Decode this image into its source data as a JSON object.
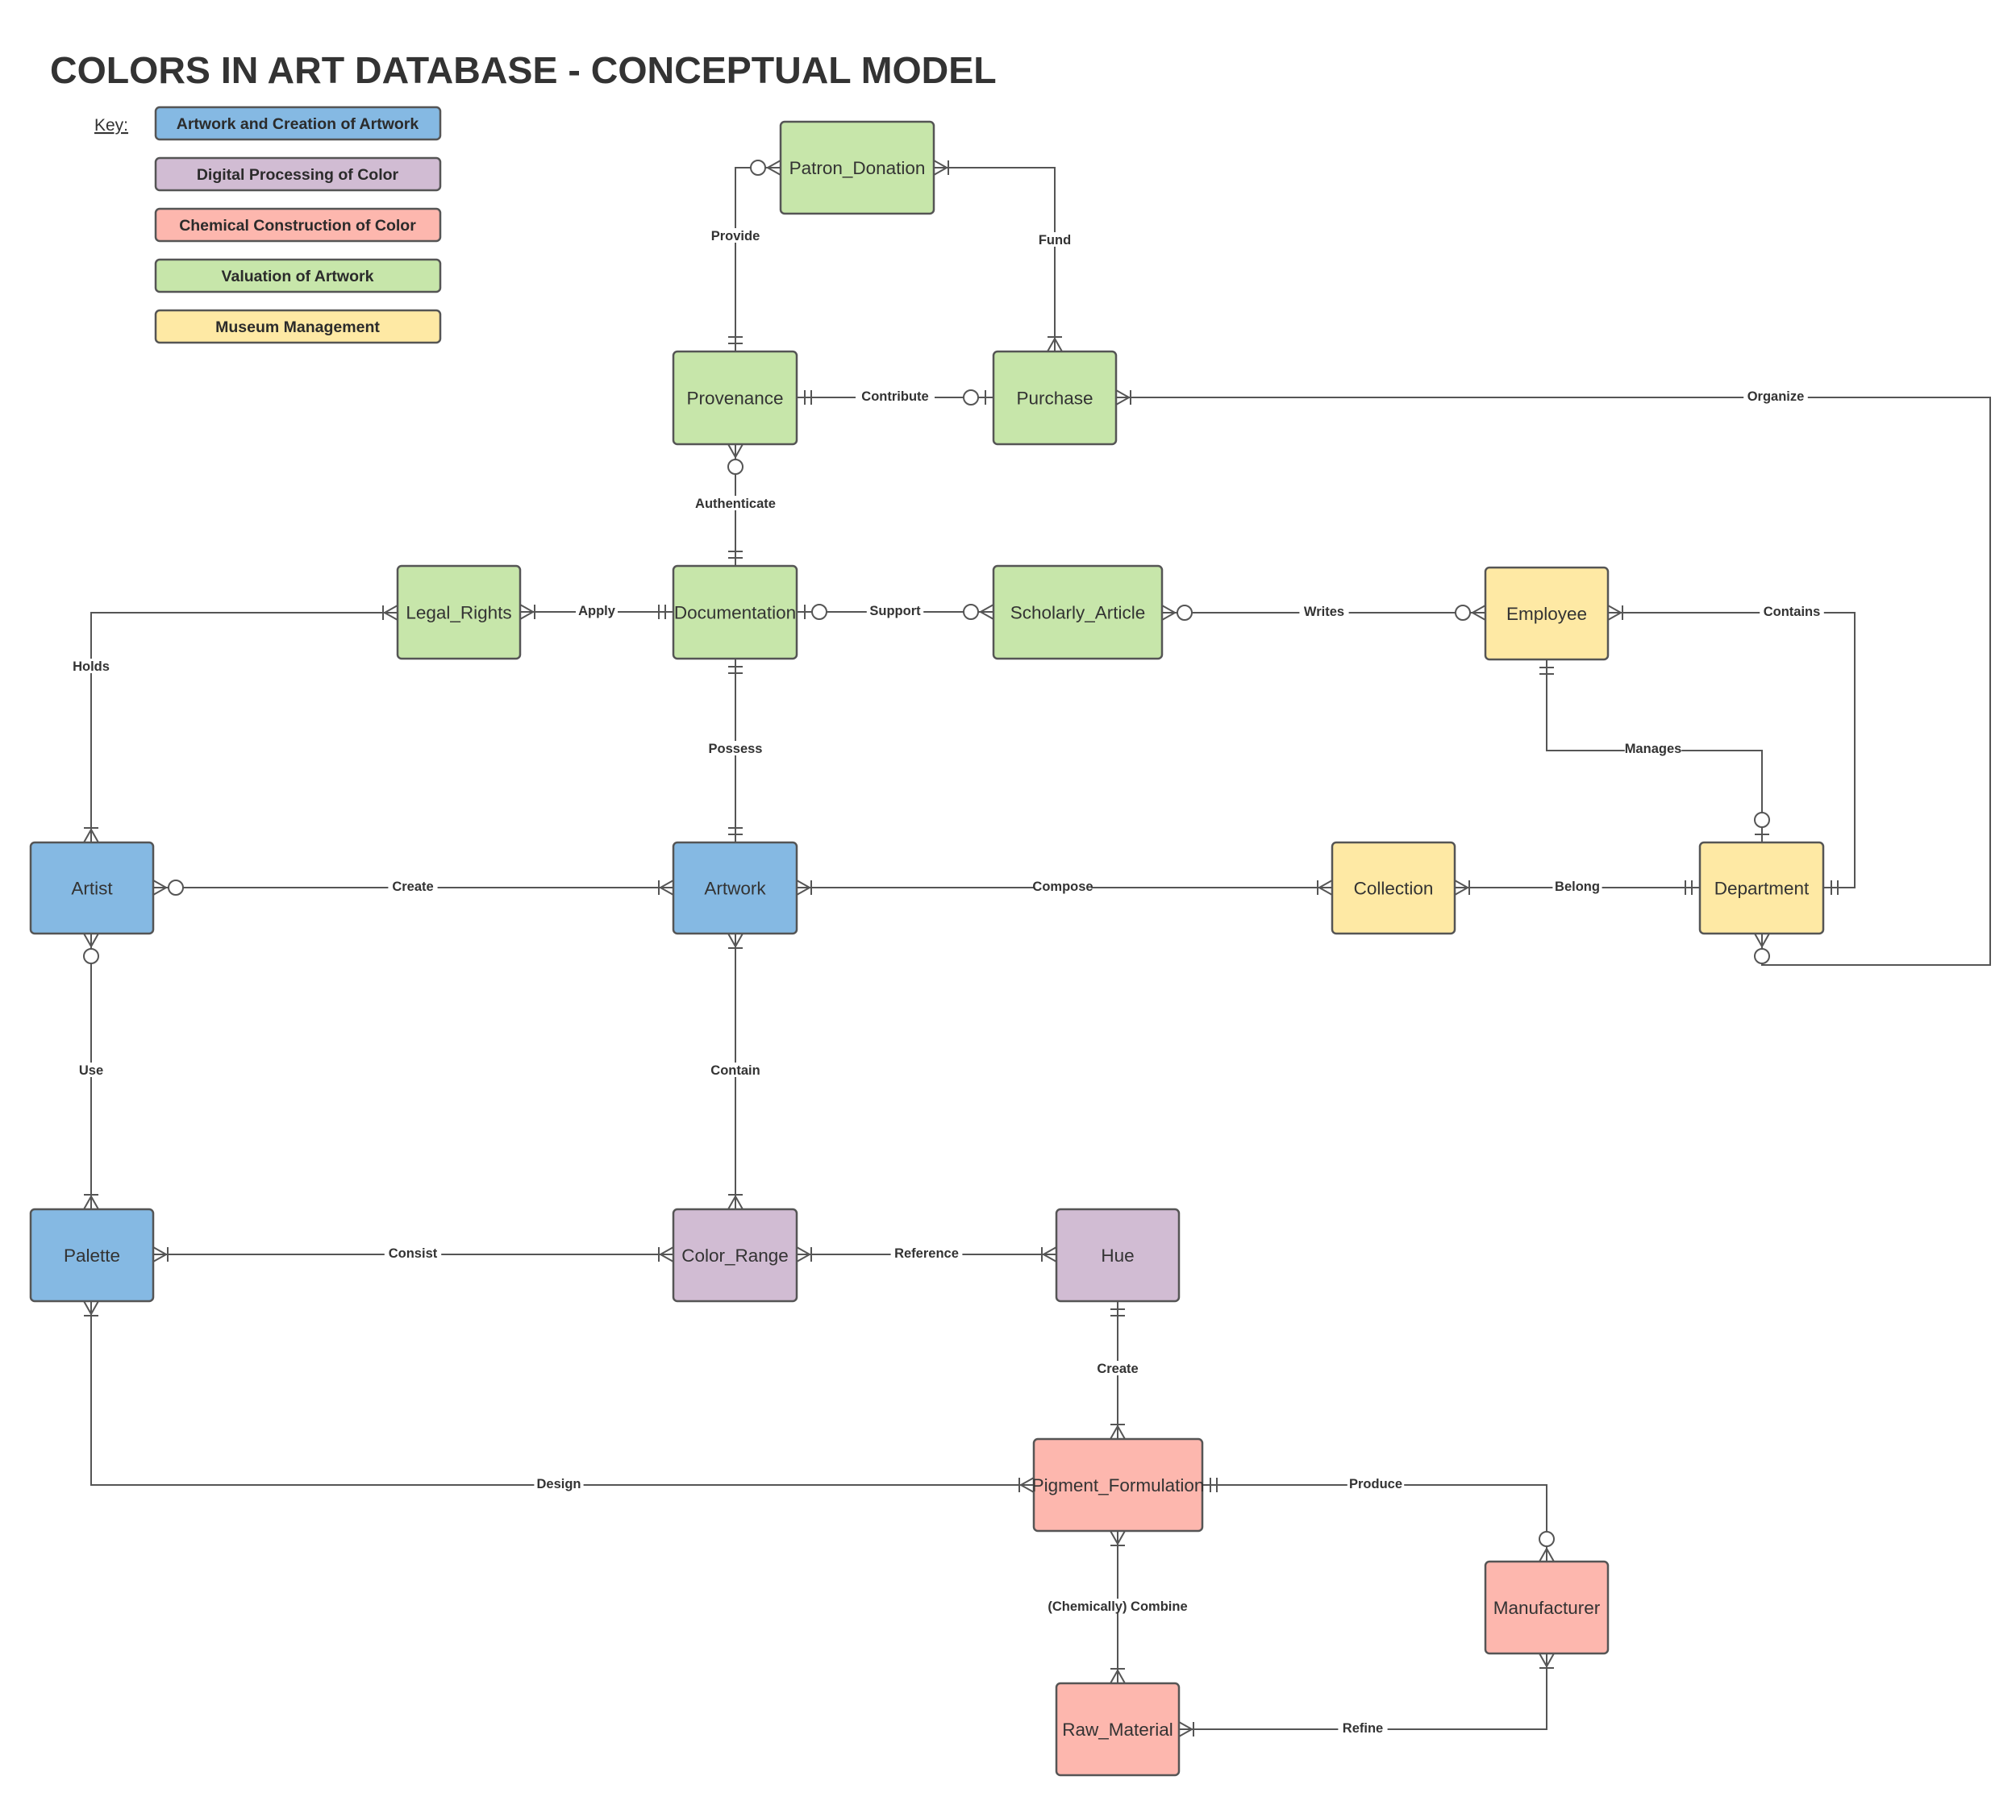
{
  "title": "COLORS IN ART DATABASE - CONCEPTUAL MODEL",
  "key": {
    "label": "Key:",
    "items": [
      {
        "label": "Artwork and Creation of Artwork",
        "color": "#85b9e3"
      },
      {
        "label": "Digital Processing of Color",
        "color": "#d1bcd3"
      },
      {
        "label": "Chemical Construction of Color",
        "color": "#fdb7ae"
      },
      {
        "label": "Valuation of Artwork",
        "color": "#c7e6aa"
      },
      {
        "label": "Museum Management",
        "color": "#fee9a4"
      }
    ]
  },
  "entities": {
    "patron_donation": {
      "label": "Patron_Donation",
      "category": "Valuation of Artwork"
    },
    "provenance": {
      "label": "Provenance",
      "category": "Valuation of Artwork"
    },
    "purchase": {
      "label": "Purchase",
      "category": "Valuation of Artwork"
    },
    "legal_rights": {
      "label": "Legal_Rights",
      "category": "Valuation of Artwork"
    },
    "documentation": {
      "label": "Documentation",
      "category": "Valuation of Artwork"
    },
    "scholarly_article": {
      "label": "Scholarly_Article",
      "category": "Valuation of Artwork"
    },
    "employee": {
      "label": "Employee",
      "category": "Museum Management"
    },
    "artist": {
      "label": "Artist",
      "category": "Artwork and Creation of Artwork"
    },
    "artwork": {
      "label": "Artwork",
      "category": "Artwork and Creation of Artwork"
    },
    "collection": {
      "label": "Collection",
      "category": "Museum Management"
    },
    "department": {
      "label": "Department",
      "category": "Museum Management"
    },
    "palette": {
      "label": "Palette",
      "category": "Artwork and Creation of Artwork"
    },
    "color_range": {
      "label": "Color_Range",
      "category": "Digital Processing of Color"
    },
    "hue": {
      "label": "Hue",
      "category": "Digital Processing of Color"
    },
    "pigment_formulation": {
      "label": "Pigment_Formulation",
      "category": "Chemical Construction of Color"
    },
    "manufacturer": {
      "label": "Manufacturer",
      "category": "Chemical Construction of Color"
    },
    "raw_material": {
      "label": "Raw_Material",
      "category": "Chemical Construction of Color"
    }
  },
  "relationships": [
    {
      "id": "provide",
      "label": "Provide",
      "from": "patron_donation",
      "to": "provenance",
      "from_end": "zero-or-many",
      "to_end": "exactly-one"
    },
    {
      "id": "fund",
      "label": "Fund",
      "from": "patron_donation",
      "to": "purchase",
      "from_end": "one-or-many",
      "to_end": "one-or-many"
    },
    {
      "id": "contribute",
      "label": "Contribute",
      "from": "provenance",
      "to": "purchase",
      "from_end": "exactly-one",
      "to_end": "zero-or-one"
    },
    {
      "id": "organize",
      "label": "Organize",
      "from": "purchase",
      "to": "department",
      "from_end": "one-or-many",
      "to_end": "zero-or-many"
    },
    {
      "id": "authenticate",
      "label": "Authenticate",
      "from": "provenance",
      "to": "documentation",
      "from_end": "zero-or-many",
      "to_end": "exactly-one"
    },
    {
      "id": "apply",
      "label": "Apply",
      "from": "legal_rights",
      "to": "documentation",
      "from_end": "one-or-many",
      "to_end": "exactly-one"
    },
    {
      "id": "support",
      "label": "Support",
      "from": "documentation",
      "to": "scholarly_article",
      "from_end": "zero-or-one",
      "to_end": "zero-or-many"
    },
    {
      "id": "writes",
      "label": "Writes",
      "from": "scholarly_article",
      "to": "employee",
      "from_end": "zero-or-many",
      "to_end": "zero-or-many"
    },
    {
      "id": "contains",
      "label": "Contains",
      "from": "employee",
      "to": "department",
      "from_end": "one-or-many",
      "to_end": "exactly-one"
    },
    {
      "id": "holds",
      "label": "Holds",
      "from": "legal_rights",
      "to": "artist",
      "from_end": "one-or-many",
      "to_end": "one-or-many"
    },
    {
      "id": "possess",
      "label": "Possess",
      "from": "documentation",
      "to": "artwork",
      "from_end": "exactly-one",
      "to_end": "exactly-one"
    },
    {
      "id": "manages",
      "label": "Manages",
      "from": "employee",
      "to": "department",
      "from_end": "exactly-one",
      "to_end": "zero-or-one"
    },
    {
      "id": "create_art",
      "label": "Create",
      "from": "artist",
      "to": "artwork",
      "from_end": "zero-or-many",
      "to_end": "one-or-many"
    },
    {
      "id": "compose",
      "label": "Compose",
      "from": "artwork",
      "to": "collection",
      "from_end": "one-or-many",
      "to_end": "one-or-many"
    },
    {
      "id": "belong",
      "label": "Belong",
      "from": "collection",
      "to": "department",
      "from_end": "one-or-many",
      "to_end": "exactly-one"
    },
    {
      "id": "use",
      "label": "Use",
      "from": "artist",
      "to": "palette",
      "from_end": "zero-or-many",
      "to_end": "one-or-many"
    },
    {
      "id": "contain",
      "label": "Contain",
      "from": "artwork",
      "to": "color_range",
      "from_end": "one-or-many",
      "to_end": "one-or-many"
    },
    {
      "id": "consist",
      "label": "Consist",
      "from": "palette",
      "to": "color_range",
      "from_end": "one-or-many",
      "to_end": "one-or-many"
    },
    {
      "id": "reference",
      "label": "Reference",
      "from": "color_range",
      "to": "hue",
      "from_end": "one-or-many",
      "to_end": "one-or-many"
    },
    {
      "id": "create_pig",
      "label": "Create",
      "from": "hue",
      "to": "pigment_formulation",
      "from_end": "exactly-one",
      "to_end": "one-or-many"
    },
    {
      "id": "design",
      "label": "Design",
      "from": "palette",
      "to": "pigment_formulation",
      "from_end": "one-or-many",
      "to_end": "one-or-many"
    },
    {
      "id": "produce",
      "label": "Produce",
      "from": "pigment_formulation",
      "to": "manufacturer",
      "from_end": "exactly-one",
      "to_end": "zero-or-many"
    },
    {
      "id": "combine",
      "label": "(Chemically) Combine",
      "from": "pigment_formulation",
      "to": "raw_material",
      "from_end": "one-or-many",
      "to_end": "one-or-many"
    },
    {
      "id": "refine",
      "label": "Refine",
      "from": "raw_material",
      "to": "manufacturer",
      "from_end": "one-or-many",
      "to_end": "one-or-many"
    }
  ]
}
